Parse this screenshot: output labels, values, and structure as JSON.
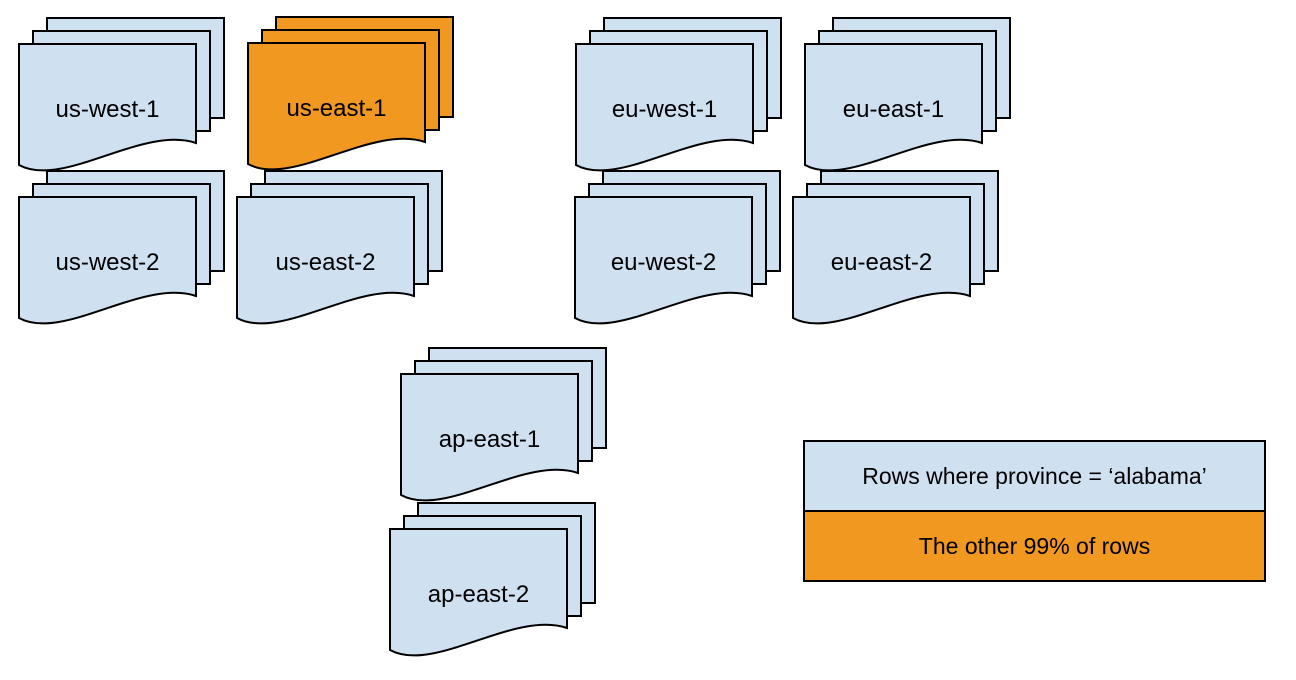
{
  "diagram": {
    "colors": {
      "region_fill": "#cfe0f0",
      "highlight_fill": "#f0981f",
      "stroke": "#000000",
      "text": "#000000",
      "background": "#ffffff"
    },
    "stacks": [
      {
        "label": "us-west-1",
        "highlighted": false
      },
      {
        "label": "us-east-1",
        "highlighted": true
      },
      {
        "label": "eu-west-1",
        "highlighted": false
      },
      {
        "label": "eu-east-1",
        "highlighted": false
      },
      {
        "label": "us-west-2",
        "highlighted": false
      },
      {
        "label": "us-east-2",
        "highlighted": false
      },
      {
        "label": "eu-west-2",
        "highlighted": false
      },
      {
        "label": "eu-east-2",
        "highlighted": false
      },
      {
        "label": "ap-east-1",
        "highlighted": false
      },
      {
        "label": "ap-east-2",
        "highlighted": false
      }
    ],
    "legend": {
      "items": [
        {
          "label": "Rows where province = ‘alabama’",
          "swatch": "region_fill"
        },
        {
          "label": "The other 99% of rows",
          "swatch": "highlight_fill"
        }
      ]
    }
  }
}
